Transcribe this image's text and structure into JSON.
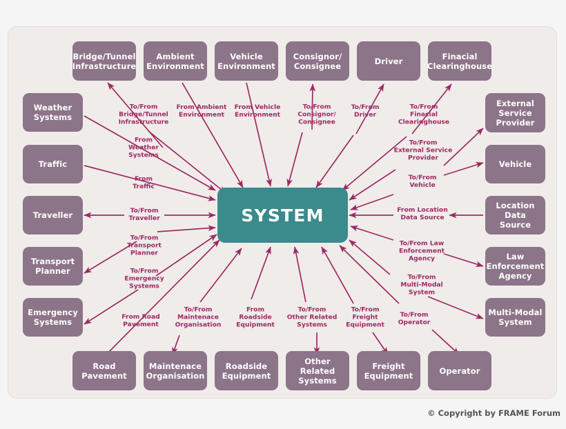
{
  "diagram": {
    "title": "SYSTEM",
    "center": {
      "label": "SYSTEM",
      "color": "#3b8a8c"
    },
    "node_color": "#8c7489",
    "edge_color": "#9c2a63",
    "panel_color": "#f0ecea",
    "background_color": "#f5f5f5",
    "copyright": "© Copyright by FRAME Forum",
    "nodes": [
      {
        "id": "bridge-tunnel-infrastructure",
        "label": "Bridge/Tunnel\nInfrastructure"
      },
      {
        "id": "ambient-environment",
        "label": "Ambient\nEnvironment"
      },
      {
        "id": "vehicle-environment",
        "label": "Vehicle\nEnvironment"
      },
      {
        "id": "consignor-consignee",
        "label": "Consignor/\nConsignee"
      },
      {
        "id": "driver",
        "label": "Driver"
      },
      {
        "id": "finacial-clearinghouse",
        "label": "Finacial\nClearinghouse"
      },
      {
        "id": "external-service-provider",
        "label": "External\nService\nProvider"
      },
      {
        "id": "vehicle",
        "label": "Vehicle"
      },
      {
        "id": "location-data-source",
        "label": "Location\nData Source"
      },
      {
        "id": "law-enforcement-agency",
        "label": "Law\nEnforcement\nAgency"
      },
      {
        "id": "multi-modal-system",
        "label": "Multi-Modal\nSystem"
      },
      {
        "id": "operator",
        "label": "Operator"
      },
      {
        "id": "freight-equipment",
        "label": "Freight\nEquipment"
      },
      {
        "id": "other-related-systems",
        "label": "Other\nRelated\nSystems"
      },
      {
        "id": "roadside-equipment",
        "label": "Roadside\nEquipment"
      },
      {
        "id": "maintenace-organisation",
        "label": "Maintenace\nOrganisation"
      },
      {
        "id": "road-pavement",
        "label": "Road\nPavement"
      },
      {
        "id": "emergency-systems",
        "label": "Emergency\nSystems"
      },
      {
        "id": "transport-planner",
        "label": "Transport\nPlanner"
      },
      {
        "id": "traveller",
        "label": "Traveller"
      },
      {
        "id": "traffic",
        "label": "Traffic"
      },
      {
        "id": "weather-systems",
        "label": "Weather\nSystems"
      }
    ],
    "edges": [
      {
        "id": "edge-bridge-tunnel-infrastructure",
        "label": "To/From\nBridge/Tunnel\nInfrastructure",
        "direction": "bidirectional"
      },
      {
        "id": "edge-ambient-environment",
        "label": "From Ambient\nEnvironment",
        "direction": "to-system"
      },
      {
        "id": "edge-vehicle-environment",
        "label": "From Vehicle\nEnvironment",
        "direction": "to-system"
      },
      {
        "id": "edge-consignor-consignee",
        "label": "To/From\nConsignor/\nConsignee",
        "direction": "bidirectional"
      },
      {
        "id": "edge-driver",
        "label": "To/From\nDriver",
        "direction": "bidirectional"
      },
      {
        "id": "edge-finacial-clearinghouse",
        "label": "To/From\nFinacial\nClearinghouse",
        "direction": "bidirectional"
      },
      {
        "id": "edge-external-service-provider",
        "label": "To/From\nExternal Service\nProvider",
        "direction": "bidirectional"
      },
      {
        "id": "edge-vehicle",
        "label": "To/From\nVehicle",
        "direction": "bidirectional"
      },
      {
        "id": "edge-location-data-source",
        "label": "From Location\nData Source",
        "direction": "to-system"
      },
      {
        "id": "edge-law-enforcement-agency",
        "label": "To/From Law\nEnforcement\nAgency",
        "direction": "bidirectional"
      },
      {
        "id": "edge-multi-modal-system",
        "label": "To/From\nMulti-Modal\nSystem",
        "direction": "bidirectional"
      },
      {
        "id": "edge-operator",
        "label": "To/From\nOperator",
        "direction": "bidirectional"
      },
      {
        "id": "edge-freight-equipment",
        "label": "To/From\nFreight\nEquipment",
        "direction": "bidirectional"
      },
      {
        "id": "edge-other-related-systems",
        "label": "To/From\nOther Related\nSystems",
        "direction": "bidirectional"
      },
      {
        "id": "edge-roadside-equipment",
        "label": "From\nRoadside\nEquipment",
        "direction": "to-system"
      },
      {
        "id": "edge-maintenace-organisation",
        "label": "To/From\nMaintenace\nOrganisation",
        "direction": "bidirectional"
      },
      {
        "id": "edge-road-pavement",
        "label": "From Road\nPavement",
        "direction": "to-system"
      },
      {
        "id": "edge-emergency-systems",
        "label": "To/From\nEmergency\nSystems",
        "direction": "bidirectional"
      },
      {
        "id": "edge-transport-planner",
        "label": "To/From\nTransport\nPlanner",
        "direction": "bidirectional"
      },
      {
        "id": "edge-traveller",
        "label": "To/From\nTraveller",
        "direction": "bidirectional"
      },
      {
        "id": "edge-traffic",
        "label": "From\nTraffic",
        "direction": "to-system"
      },
      {
        "id": "edge-weather-systems",
        "label": "From\nWeather\nSystems",
        "direction": "to-system"
      }
    ]
  }
}
